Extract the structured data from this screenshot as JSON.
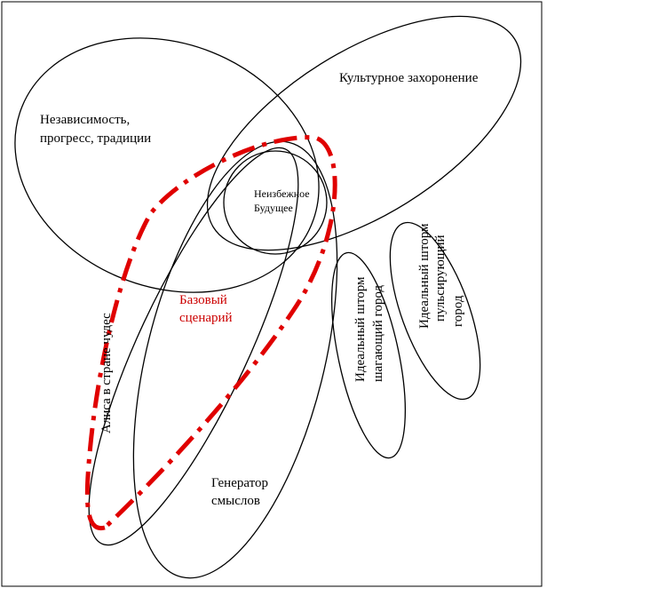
{
  "diagram": {
    "labels": {
      "independence_line1": "Независимость,",
      "independence_line2": "прогресс, традиции",
      "cultural_burial": "Культурное захоронение",
      "inevitable_line1": "Неизбежное",
      "inevitable_line2": "Будущее",
      "base_line1": "Базовый",
      "base_line2": "сценарий",
      "alice": "Алиса в стране чудес",
      "walking_line1": "Идеальный шторм",
      "walking_line2": "шагающий город",
      "pulsing_line1": "Идеальный шторм",
      "pulsing_line2": "пульсирующий",
      "pulsing_line3": "город",
      "generator_line1": "Генератор",
      "generator_line2": "смыслов"
    },
    "colors": {
      "outline": "#000000",
      "base_scenario": "#e00000",
      "background": "#ffffff"
    }
  }
}
